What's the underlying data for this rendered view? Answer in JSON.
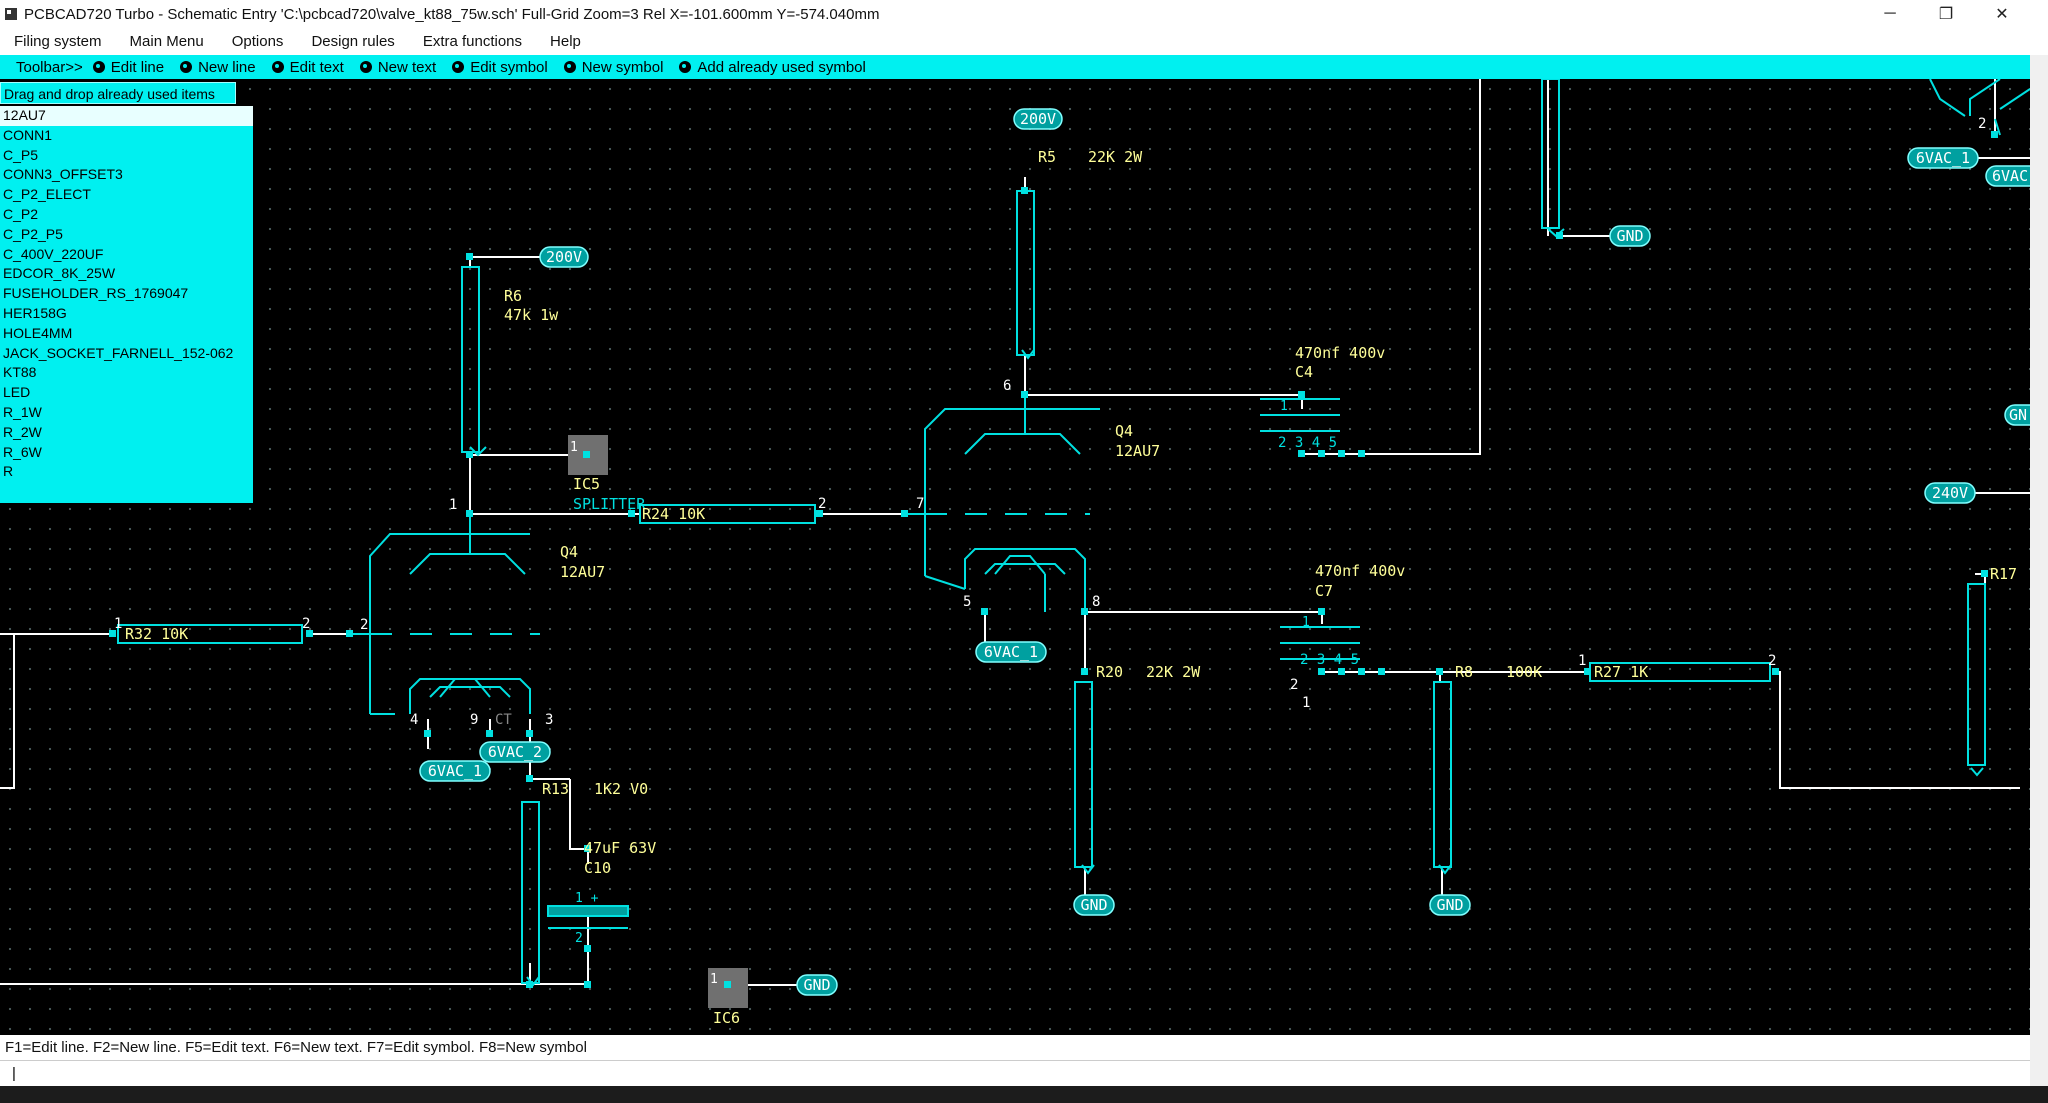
{
  "window": {
    "title": "PCBCAD720 Turbo - Schematic Entry 'C:\\pcbcad720\\valve_kt88_75w.sch' Full-Grid Zoom=3 Rel X=-101.600mm Y=-574.040mm",
    "minimize_glyph": "─",
    "maximize_glyph": "❐",
    "close_glyph": "✕"
  },
  "menu": [
    "Filing system",
    "Main Menu",
    "Options",
    "Design rules",
    "Extra functions",
    "Help"
  ],
  "toolbar": {
    "label": "Toolbar>>",
    "items": [
      "Edit line",
      "New line",
      "Edit text",
      "New text",
      "Edit symbol",
      "New symbol",
      "Add already used symbol"
    ]
  },
  "dnd_panel": {
    "header": "Drag and drop already used items",
    "items": [
      "12AU7",
      "CONN1",
      "C_P5",
      "CONN3_OFFSET3",
      "C_P2_ELECT",
      "C_P2",
      "C_P2_P5",
      "C_400V_220UF",
      "EDCOR_8K_25W",
      "FUSEHOLDER_RS_1769047",
      "HER158G",
      "HOLE4MM",
      "JACK_SOCKET_FARNELL_152-062",
      "KT88",
      "LED",
      "R_1W",
      "R_2W",
      "R_6W",
      "R"
    ],
    "selected_index": 0
  },
  "schematic": {
    "nets": [
      "200V",
      "200V",
      "GND",
      "GND",
      "GND",
      "GND",
      "6VAC_1",
      "6VAC_1",
      "6VAC_2",
      "6VAC_1",
      "6VAC",
      "240V",
      "GN"
    ],
    "components": {
      "r6_ref": "R6",
      "r6_val": "47k 1w",
      "ic5_ref": "IC5",
      "ic5_val": "SPLITTER",
      "ic5_pin": "1",
      "r5_ref": "R5",
      "r5_val": "22K 2W",
      "c4_val": "470nf 400v",
      "c4_ref": "C4",
      "c4_pin1": "1",
      "c4_pins": "2 3 4 5",
      "q4a_ref": "Q4",
      "q4a_val": "12AU7",
      "q4b_ref": "Q4",
      "q4b_val": "12AU7",
      "r24": "R24  10K",
      "r32": "R32  10K",
      "c7_val": "470nf 400v",
      "c7_ref": "C7",
      "c7_pin1": "1",
      "c7_pins": "2 3 4 5",
      "r20_ref": "R20",
      "r20_val": "22K 2W",
      "r8_ref": "R8",
      "r8_val": "100K",
      "r27": "R27  1K",
      "r17": "R17",
      "r13_ref": "R13",
      "r13_val": "1K2 V0",
      "c10_val": "47uF 63V",
      "c10_ref": "C10",
      "c10_pins": "1 +",
      "c10_pin2": "2",
      "ic6_ref": "IC6",
      "ic6_pin": "1",
      "ct": "CT"
    },
    "pins": [
      "1",
      "2",
      "1",
      "2",
      "2",
      "7",
      "6",
      "5",
      "8",
      "4",
      "9",
      "3",
      "1",
      "2",
      "2",
      "2",
      "1"
    ]
  },
  "status": "F1=Edit line. F2=New line. F5=Edit text. F6=New text. F7=Edit symbol. F8=New symbol",
  "command_line": "|",
  "colors": {
    "wire": "#ffffff",
    "symbol": "#00e0e0",
    "label": "#ffff99",
    "net_fill": "#00a0a0",
    "toolbar": "#00f0f0"
  }
}
